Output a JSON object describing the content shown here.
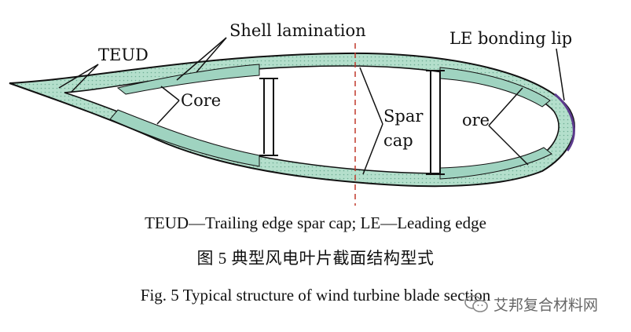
{
  "diagram": {
    "labels": {
      "teud": "TEUD",
      "shell": "Shell lamination",
      "le_bonding": "LE bonding lip",
      "core_left": "Core",
      "spar_cap_line1": "Spar",
      "spar_cap_line2": "cap",
      "core_right": "ore"
    },
    "colors": {
      "core_fill": "#a9d9c6",
      "skin_fill": "#c9e9de",
      "outline": "#111111",
      "centerline": "#c0392b",
      "le_lip": "#5b3a8c"
    }
  },
  "captions": {
    "legend": "TEUD—Trailing edge spar cap; LE—Leading edge",
    "chinese": "图 5   典型风电叶片截面结构型式",
    "english": "Fig. 5    Typical structure of wind turbine blade section"
  },
  "watermark": {
    "text": "艾邦复合材料网",
    "icon": "wechat-icon"
  }
}
